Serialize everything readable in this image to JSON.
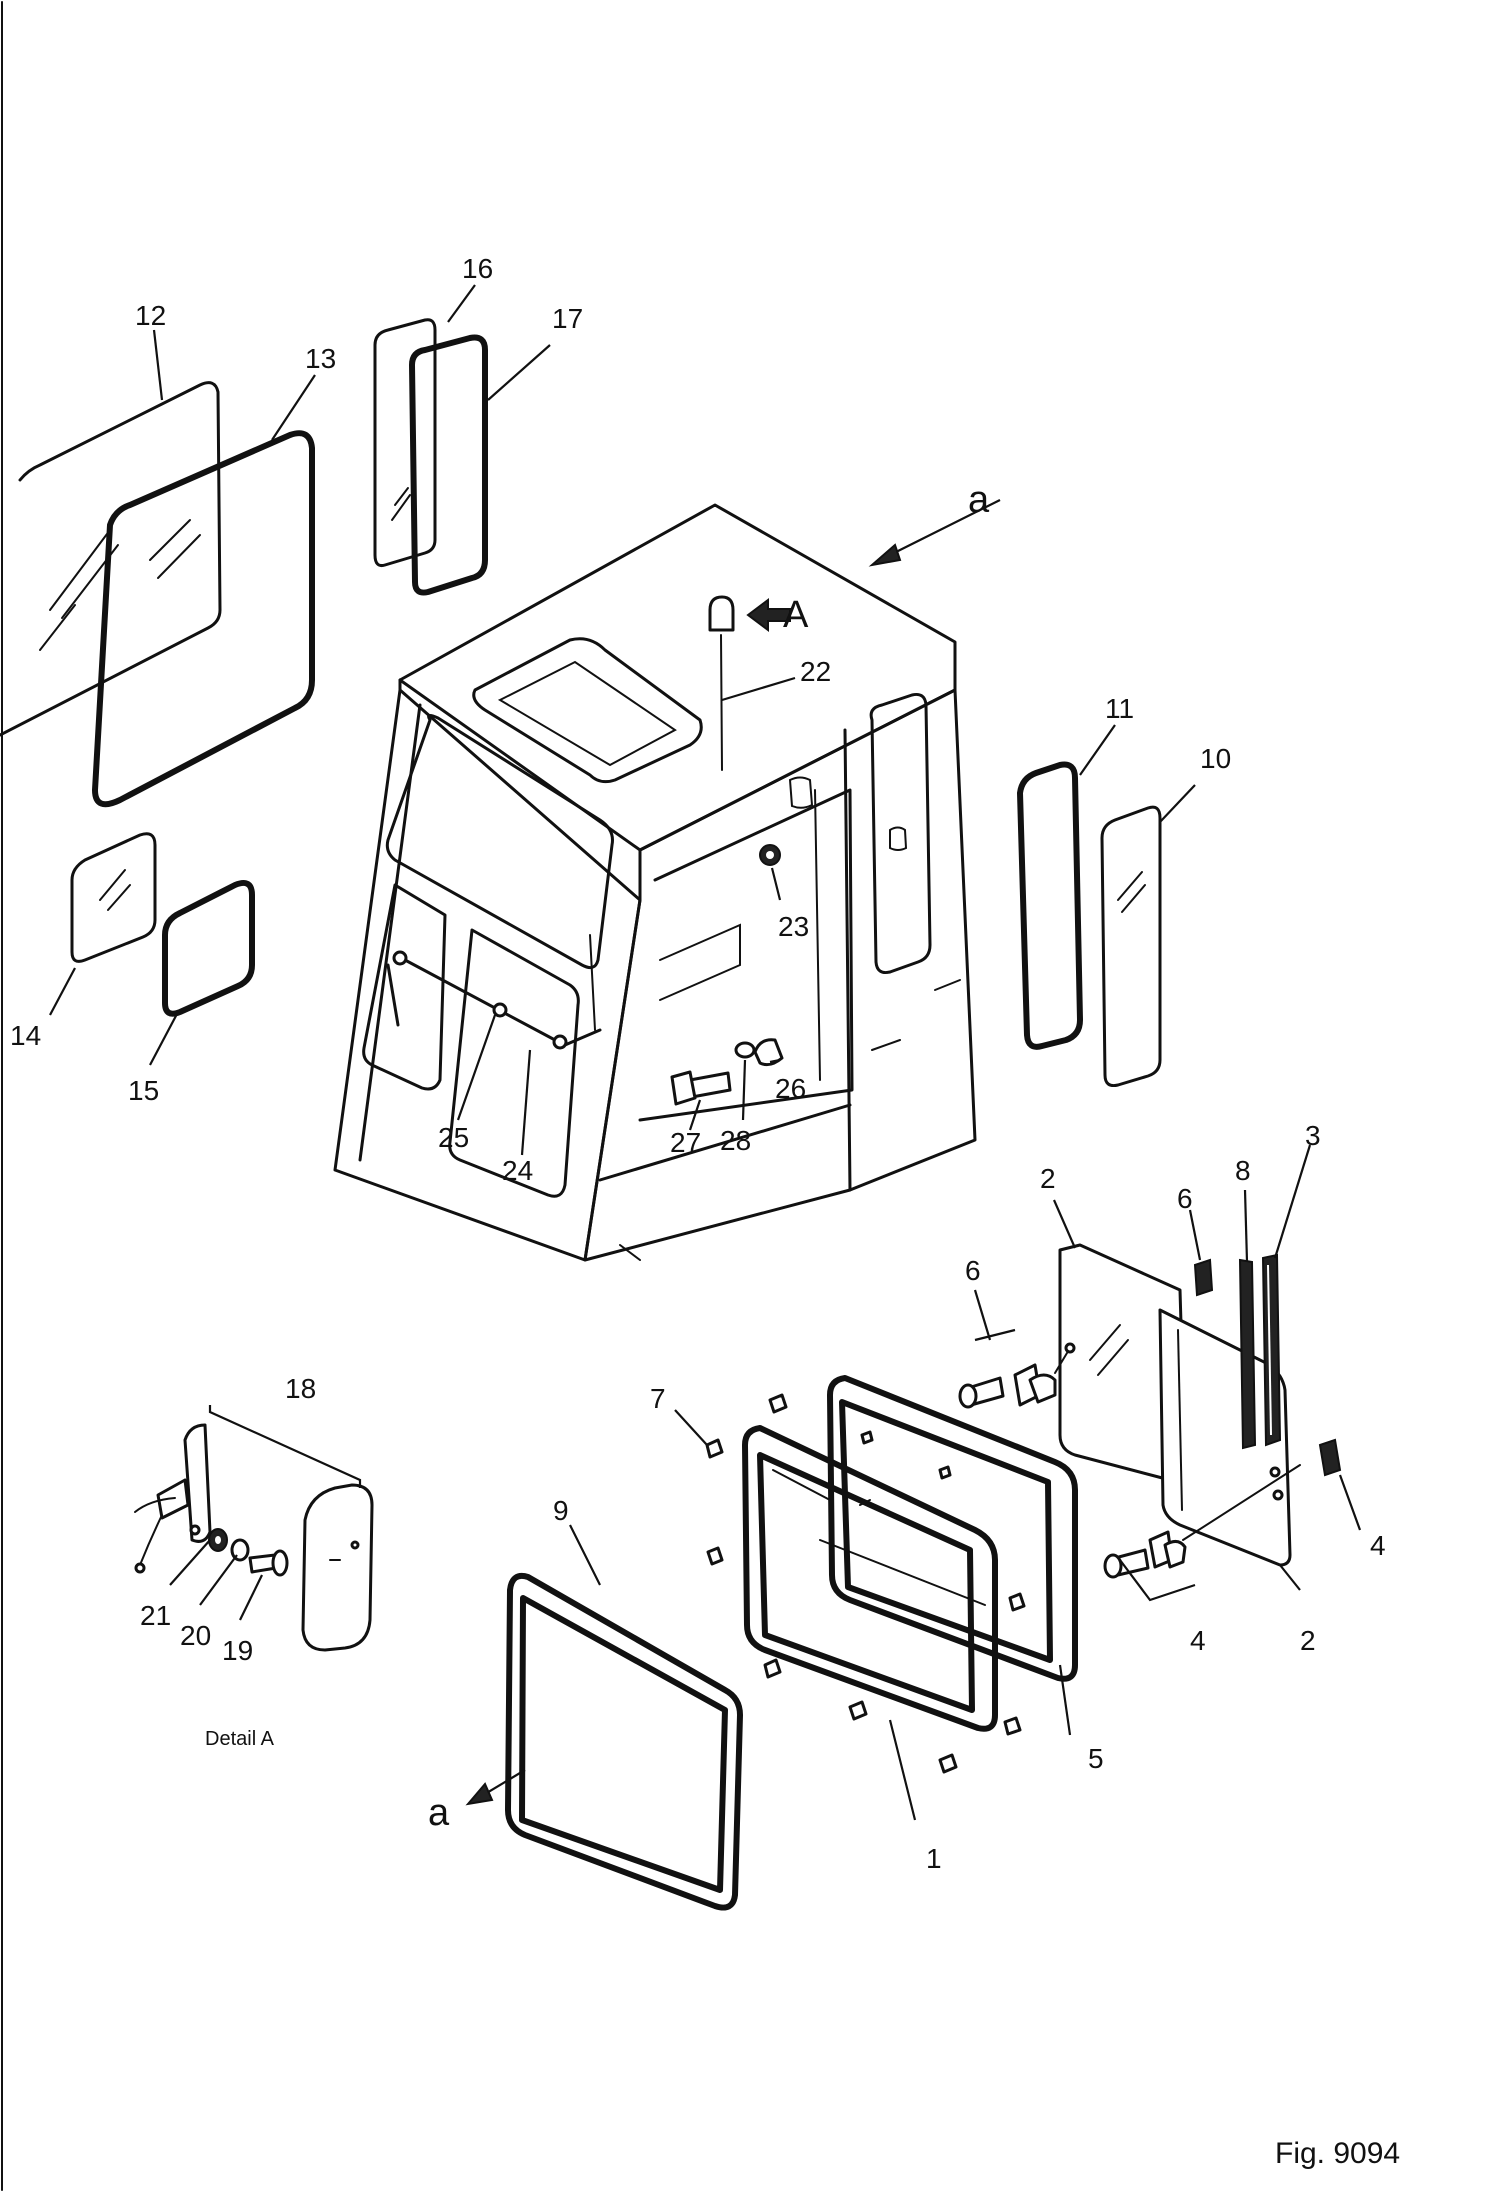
{
  "figure": {
    "caption": "Fig. 9094",
    "detail_label": "Detail A",
    "view_arrow_letter": "a",
    "detail_marker_letter": "A"
  },
  "callouts": {
    "c1": "1",
    "c2a": "2",
    "c2b": "2",
    "c3": "3",
    "c4a": "4",
    "c4b": "4",
    "c5": "5",
    "c6a": "6",
    "c6b": "6",
    "c7": "7",
    "c8": "8",
    "c9": "9",
    "c10": "10",
    "c11": "11",
    "c12": "12",
    "c13": "13",
    "c14": "14",
    "c15": "15",
    "c16": "16",
    "c17": "17",
    "c18": "18",
    "c19": "19",
    "c20": "20",
    "c21": "21",
    "c22": "22",
    "c23": "23",
    "c24": "24",
    "c25": "25",
    "c26": "26",
    "c27": "27",
    "c28": "28"
  }
}
